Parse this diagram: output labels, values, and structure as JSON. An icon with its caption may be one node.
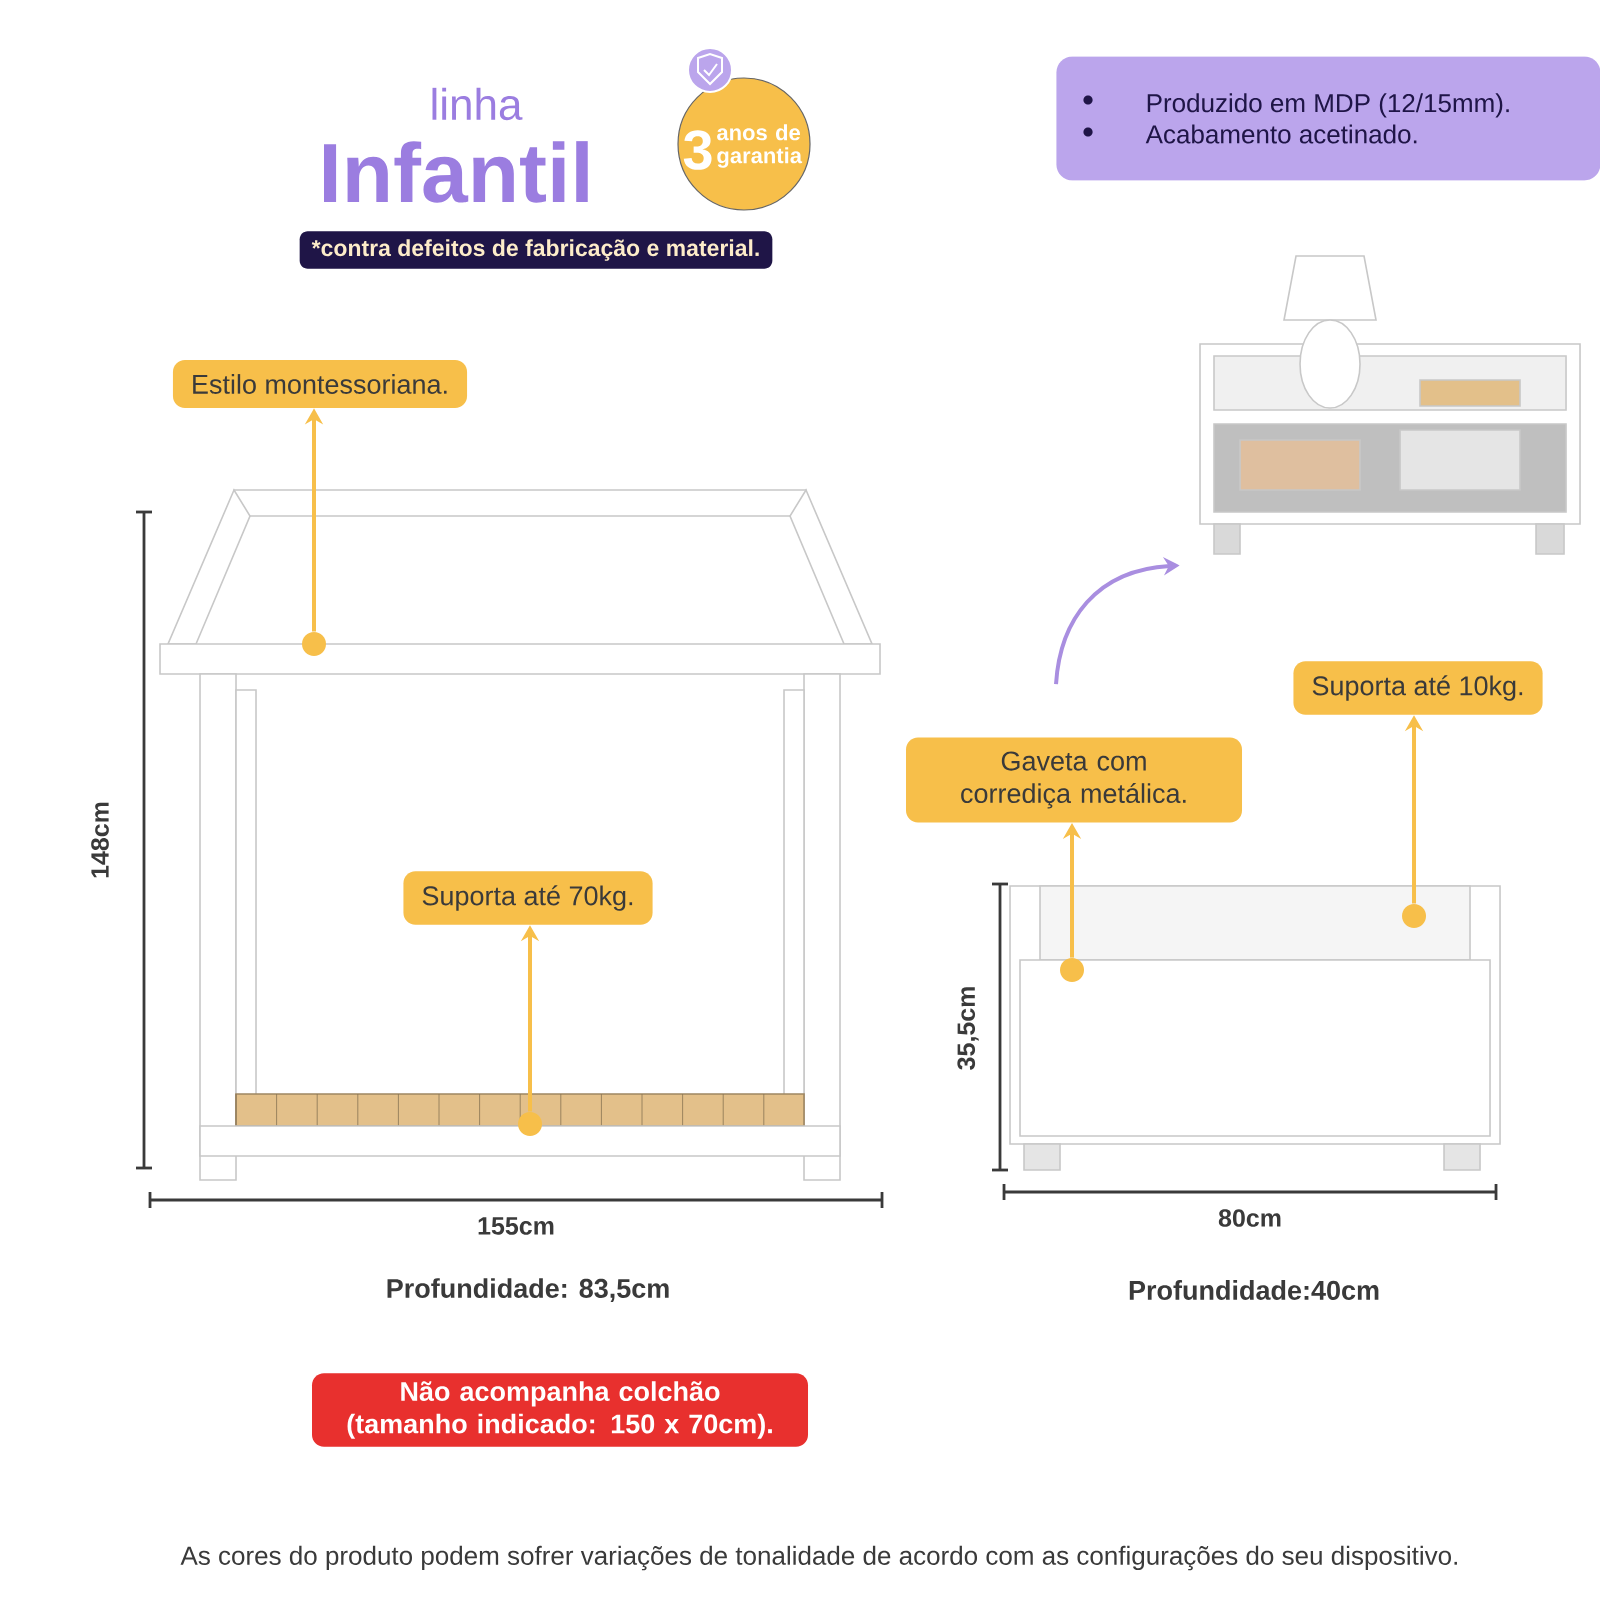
{
  "diagram": {
    "nodes": [
      {
        "text": [
          "3",
          "anos de garantia"
        ]
      },
      {
        "text": [
          "*contra defeitos de fabricação e material."
        ]
      },
      {
        "text": [
          "Produzido em MDP (12/15mm).",
          "Acabamento acetinado."
        ]
      },
      {
        "text": [],
        "shape": "picture"
      },
      {
        "text": [
          "Estilo montessoriana."
        ]
      },
      {
        "text": [
          "Suporta até 70kg."
        ]
      },
      {
        "text": [
          "Gaveta com corrediça metálica."
        ]
      },
      {
        "text": [
          "Suporta até 10kg."
        ]
      },
      {
        "text": [],
        "shape": "circle"
      },
      {
        "text": [],
        "shape": "circle"
      },
      {
        "text": [],
        "shape": "circle"
      },
      {
        "text": [],
        "shape": "circle"
      },
      {
        "text": [
          "Não acompanha colchão (tamanho indicado: 150 x 70cm)."
        ]
      }
    ],
    "edges": [
      {
        "from": 8,
        "to": 4,
        "arrow": "to"
      },
      {
        "from": 9,
        "to": 5,
        "arrow": "to"
      },
      {
        "from": 10,
        "to": 6,
        "arrow": "to"
      },
      {
        "from": 11,
        "to": 7,
        "arrow": "to"
      },
      {
        "from": null,
        "to": 3,
        "arrow": "to",
        "color": "#a98ee0"
      }
    ],
    "labels": [
      "linha",
      "Infantil",
      "148cm",
      "155cm",
      "Profundidade: 83,5cm",
      "35,5cm",
      "80cm",
      "Profundidade:40cm",
      "As cores do produto podem sofrer variações de tonalidade de acordo com as configurações do seu dispositivo."
    ]
  }
}
